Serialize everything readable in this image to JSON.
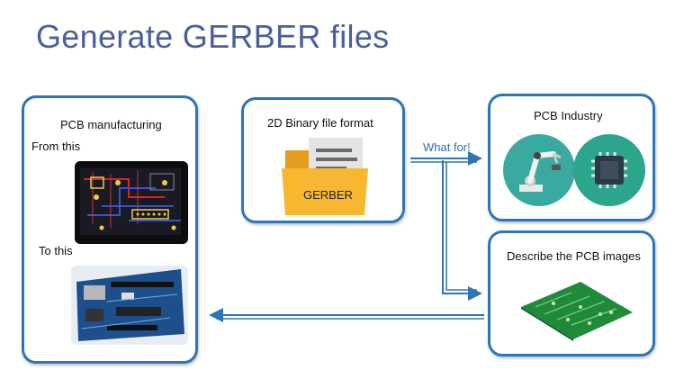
{
  "title": "Generate GERBER files",
  "left_box": {
    "heading": "PCB manufacturing",
    "from_label": "From this",
    "to_label": "To this"
  },
  "center_box": {
    "heading": "2D Binary file format",
    "folder_label": "GERBER"
  },
  "arrow_label": "What for!",
  "top_right_box": {
    "heading": "PCB Industry"
  },
  "bottom_right_box": {
    "heading": "Describe the PCB images"
  },
  "colors": {
    "accent": "#2e75b6",
    "title": "#4a5f9c",
    "folder": "#f7b731",
    "industry_teal": "#3aa99f",
    "pcb_green": "#1f8a3a"
  }
}
